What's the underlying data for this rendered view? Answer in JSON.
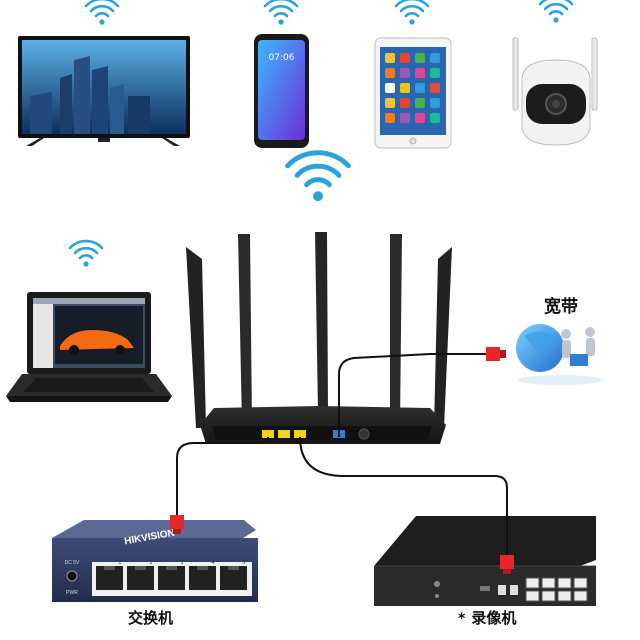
{
  "labels": {
    "broadband": "宽带",
    "switch": "交换机",
    "nvr_prefix": "*",
    "nvr": "录像机"
  },
  "devices": {
    "phone": {
      "clock": "07:06"
    },
    "switch": {
      "brand": "HIKVISION",
      "power_label_top": "DC 5V",
      "power_label_bottom": "PWR",
      "port_numbers": [
        "1",
        "2",
        "3",
        "4",
        "5"
      ]
    }
  },
  "colors": {
    "wifi": "#29a3e0",
    "router_body": "#1c1c1c",
    "lan_port": "#f2d21b",
    "wan_port": "#2f7fd0",
    "connector": "#e8262b",
    "cable": "#111111"
  },
  "icons": [
    "wifi-icon",
    "tv-icon",
    "phone-icon",
    "tablet-icon",
    "camera-icon",
    "laptop-icon",
    "router-icon",
    "globe-people-icon",
    "switch-icon",
    "nvr-icon"
  ]
}
